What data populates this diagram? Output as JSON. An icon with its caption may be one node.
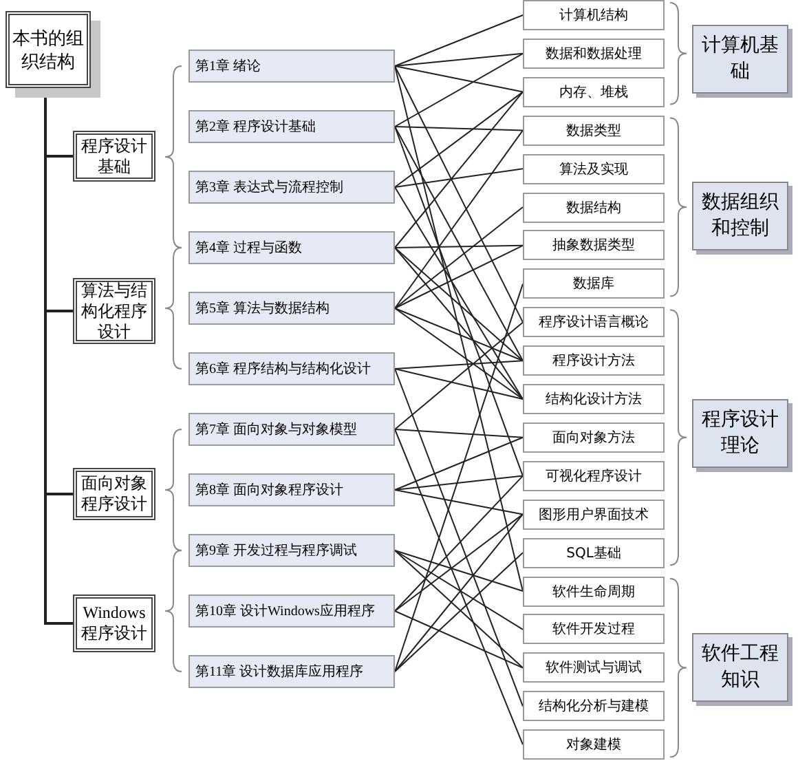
{
  "diagram": {
    "nodes": [
      {
        "text": [
          "本书的组织结构"
        ]
      },
      {
        "text": [
          "程序设计基础"
        ]
      },
      {
        "text": [
          "算法与结构化程序设计"
        ]
      },
      {
        "text": [
          "面向对象程序设计"
        ]
      },
      {
        "text": [
          "Windows程序设计"
        ]
      },
      {
        "text": [
          "第1章 绪论"
        ]
      },
      {
        "text": [
          "第2章 程序设计基础"
        ]
      },
      {
        "text": [
          "第3章 表达式与流程控制"
        ]
      },
      {
        "text": [
          "第4章 过程与函数"
        ]
      },
      {
        "text": [
          "第5章 算法与数据结构"
        ]
      },
      {
        "text": [
          "第6章 程序结构与结构化设计"
        ]
      },
      {
        "text": [
          "第7章 面向对象与对象模型"
        ]
      },
      {
        "text": [
          "第8章 面向对象程序设计"
        ]
      },
      {
        "text": [
          "第9章 开发过程与程序调试"
        ]
      },
      {
        "text": [
          "第10章 设计Windows应用程序"
        ]
      },
      {
        "text": [
          "第11章 设计数据库应用程序"
        ]
      },
      {
        "text": [
          "计算机结构"
        ]
      },
      {
        "text": [
          "数据和数据处理"
        ]
      },
      {
        "text": [
          "内存、堆栈"
        ]
      },
      {
        "text": [
          "数据类型"
        ]
      },
      {
        "text": [
          "算法及实现"
        ]
      },
      {
        "text": [
          "数据结构"
        ]
      },
      {
        "text": [
          "抽象数据类型"
        ]
      },
      {
        "text": [
          "数据库"
        ]
      },
      {
        "text": [
          "程序设计语言概论"
        ]
      },
      {
        "text": [
          "程序设计方法"
        ]
      },
      {
        "text": [
          "结构化设计方法"
        ]
      },
      {
        "text": [
          "面向对象方法"
        ]
      },
      {
        "text": [
          "可视化程序设计"
        ]
      },
      {
        "text": [
          "图形用户界面技术"
        ]
      },
      {
        "text": [
          "SQL基础"
        ]
      },
      {
        "text": [
          "软件生命周期"
        ]
      },
      {
        "text": [
          "软件开发过程"
        ]
      },
      {
        "text": [
          "软件测试与调试"
        ]
      },
      {
        "text": [
          "结构化分析与建模"
        ]
      },
      {
        "text": [
          "对象建模"
        ]
      },
      {
        "text": [
          "计算机基础"
        ]
      },
      {
        "text": [
          "数据组织和控制"
        ]
      },
      {
        "text": [
          "程序设计理论"
        ]
      },
      {
        "text": [
          "软件工程知识"
        ]
      }
    ],
    "edges": [
      {
        "from": 0,
        "to": 1,
        "arrow": "none"
      },
      {
        "from": 0,
        "to": 2,
        "arrow": "none"
      },
      {
        "from": 0,
        "to": 3,
        "arrow": "none"
      },
      {
        "from": 0,
        "to": 4,
        "arrow": "none"
      },
      {
        "from": 5,
        "to": 16,
        "arrow": "none"
      },
      {
        "from": 5,
        "to": 17,
        "arrow": "none"
      },
      {
        "from": 5,
        "to": 18,
        "arrow": "none"
      },
      {
        "from": 5,
        "to": 24,
        "arrow": "none"
      },
      {
        "from": 5,
        "to": 31,
        "arrow": "none"
      },
      {
        "from": 6,
        "to": 17,
        "arrow": "none"
      },
      {
        "from": 6,
        "to": 19,
        "arrow": "none"
      },
      {
        "from": 6,
        "to": 25,
        "arrow": "none"
      },
      {
        "from": 6,
        "to": 28,
        "arrow": "none"
      },
      {
        "from": 7,
        "to": 18,
        "arrow": "none"
      },
      {
        "from": 7,
        "to": 20,
        "arrow": "none"
      },
      {
        "from": 7,
        "to": 26,
        "arrow": "none"
      },
      {
        "from": 8,
        "to": 18,
        "arrow": "none"
      },
      {
        "from": 8,
        "to": 22,
        "arrow": "none"
      },
      {
        "from": 8,
        "to": 25,
        "arrow": "none"
      },
      {
        "from": 8,
        "to": 26,
        "arrow": "none"
      },
      {
        "from": 9,
        "to": 19,
        "arrow": "none"
      },
      {
        "from": 9,
        "to": 21,
        "arrow": "none"
      },
      {
        "from": 9,
        "to": 22,
        "arrow": "none"
      },
      {
        "from": 9,
        "to": 25,
        "arrow": "none"
      },
      {
        "from": 9,
        "to": 26,
        "arrow": "none"
      },
      {
        "from": 10,
        "to": 25,
        "arrow": "none"
      },
      {
        "from": 10,
        "to": 26,
        "arrow": "none"
      },
      {
        "from": 10,
        "to": 34,
        "arrow": "none"
      },
      {
        "from": 11,
        "to": 24,
        "arrow": "none"
      },
      {
        "from": 11,
        "to": 27,
        "arrow": "none"
      },
      {
        "from": 11,
        "to": 35,
        "arrow": "none"
      },
      {
        "from": 12,
        "to": 27,
        "arrow": "none"
      },
      {
        "from": 12,
        "to": 28,
        "arrow": "none"
      },
      {
        "from": 12,
        "to": 29,
        "arrow": "none"
      },
      {
        "from": 13,
        "to": 31,
        "arrow": "none"
      },
      {
        "from": 13,
        "to": 32,
        "arrow": "none"
      },
      {
        "from": 13,
        "to": 33,
        "arrow": "none"
      },
      {
        "from": 14,
        "to": 28,
        "arrow": "none"
      },
      {
        "from": 14,
        "to": 29,
        "arrow": "none"
      },
      {
        "from": 14,
        "to": 33,
        "arrow": "none"
      },
      {
        "from": 15,
        "to": 23,
        "arrow": "none"
      },
      {
        "from": 15,
        "to": 29,
        "arrow": "none"
      },
      {
        "from": 15,
        "to": 30,
        "arrow": "none"
      }
    ]
  }
}
